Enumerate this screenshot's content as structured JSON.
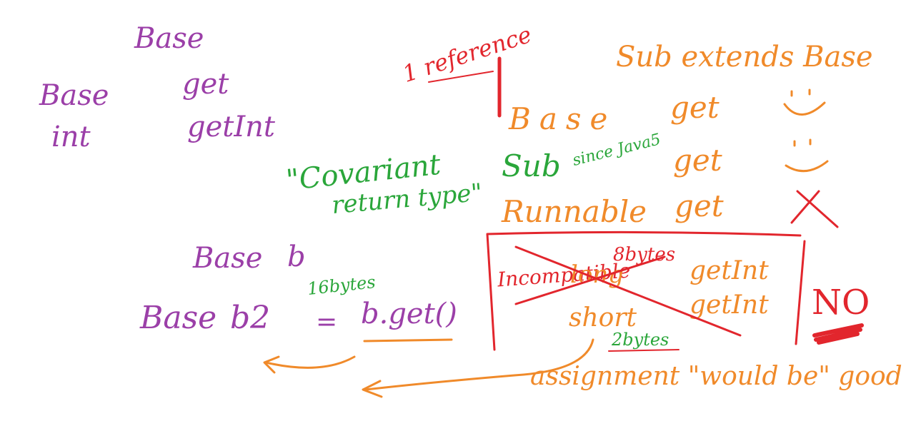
{
  "colors": {
    "purple": "#9b3fa8",
    "green": "#2aa63a",
    "orange": "#f08a2a",
    "red": "#e2262d",
    "background": "#ffffff"
  },
  "left": {
    "header": "Base",
    "row1": {
      "type": "Base",
      "method": "get"
    },
    "row2": {
      "type": "int",
      "method": "getInt"
    },
    "decl": {
      "type": "Base",
      "var": "b"
    },
    "assign": {
      "type": "Base",
      "var": "b2",
      "equals": "=",
      "expr": "b.get()"
    },
    "size_note": "16bytes"
  },
  "covariant": {
    "line1": "\"Covariant",
    "line2": "return type\""
  },
  "reference_note": "1 reference",
  "right": {
    "header": "Sub extends Base",
    "rows": [
      {
        "type": "Base",
        "method": "get",
        "mark": "smile-icon"
      },
      {
        "type": "Sub",
        "extra": "since Java5",
        "method": "get",
        "mark": "smile-icon"
      },
      {
        "type": "Runnable",
        "method": "get",
        "mark": "x-icon"
      }
    ],
    "box": {
      "incompatible": "Incompatible",
      "size8": "8bytes",
      "long": "long",
      "short": "short",
      "size2": "2bytes",
      "method1": "getInt",
      "method2": "getInt"
    },
    "verdict": "NO",
    "assignment_note": "assignment \"would be\" good"
  }
}
